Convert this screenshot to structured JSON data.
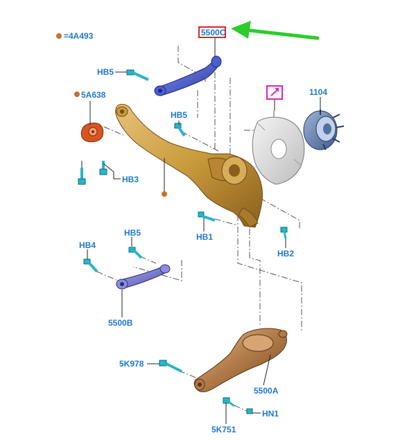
{
  "legend": {
    "text": "=4A493",
    "dot_color": "#c8702a"
  },
  "labels": {
    "p5500C": "5500C",
    "p1104": "1104",
    "p5A638": "5A638",
    "hb5_top": "HB5",
    "hb5_mid": "HB5",
    "hb5_low": "HB5",
    "hb3": "HB3",
    "hb1": "HB1",
    "hb2": "HB2",
    "hb4": "HB4",
    "p5500B": "5500B",
    "p5K978": "5K978",
    "p5500A": "5500A",
    "p5K751": "5K751",
    "hn1": "HN1"
  },
  "colors": {
    "label": "#1f78d1",
    "highlight_box": "#e0202a",
    "arrow": "#2ecc2a",
    "magenta_box": "#e020c0",
    "knuckle": "#c99a3c",
    "upper_arm": "#4256c4",
    "lower_arm": "#b07a48",
    "bolt": "#2ab5c9",
    "bushing": "#d9541f"
  },
  "icons": {
    "magenta": "edit-note-icon"
  }
}
